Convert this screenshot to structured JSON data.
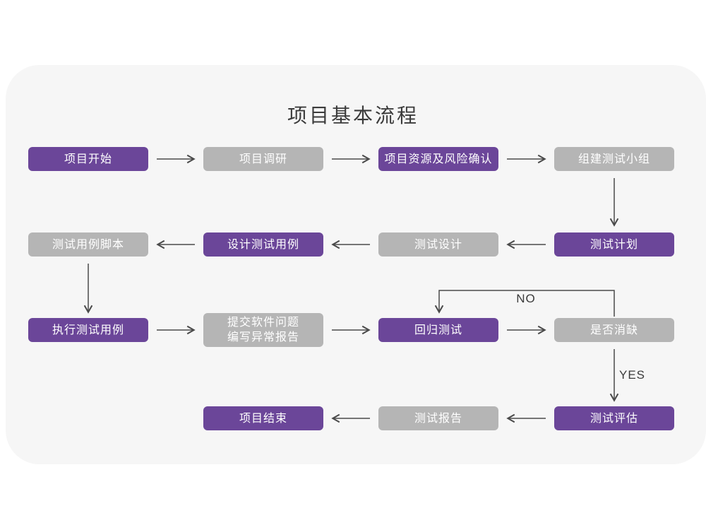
{
  "title": "项目基本流程",
  "colors": {
    "purple": "#6b4699",
    "gray": "#b5b5b5",
    "card_bg": "#f6f6f6",
    "page_bg": "#ffffff",
    "arrow": "#4a4a4a",
    "node_text": "#ffffff",
    "title_text": "#3b3b3b"
  },
  "edge_labels": {
    "no": "NO",
    "yes": "YES"
  },
  "nodes": [
    {
      "id": "project-start",
      "label": "项目开始",
      "variant": "purple"
    },
    {
      "id": "project-research",
      "label": "项目调研",
      "variant": "gray"
    },
    {
      "id": "resources-risk",
      "label": "项目资源及风险确认",
      "variant": "purple"
    },
    {
      "id": "build-test-team",
      "label": "组建测试小组",
      "variant": "gray"
    },
    {
      "id": "test-case-script",
      "label": "测试用例脚本",
      "variant": "gray"
    },
    {
      "id": "design-test-cases",
      "label": "设计测试用例",
      "variant": "purple"
    },
    {
      "id": "test-design",
      "label": "测试设计",
      "variant": "gray"
    },
    {
      "id": "test-plan",
      "label": "测试计划",
      "variant": "purple"
    },
    {
      "id": "execute-test-cases",
      "label": "执行测试用例",
      "variant": "purple"
    },
    {
      "id": "submit-issues-report",
      "label": "提交软件问题\n编写异常报告",
      "variant": "gray"
    },
    {
      "id": "regression-test",
      "label": "回归测试",
      "variant": "purple"
    },
    {
      "id": "defect-cleared",
      "label": "是否消缺",
      "variant": "gray"
    },
    {
      "id": "project-end",
      "label": "项目结束",
      "variant": "purple"
    },
    {
      "id": "test-report",
      "label": "测试报告",
      "variant": "gray"
    },
    {
      "id": "test-evaluation",
      "label": "测试评估",
      "variant": "purple"
    }
  ]
}
